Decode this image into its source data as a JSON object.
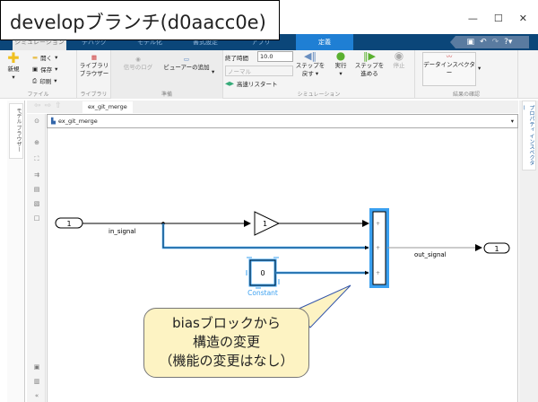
{
  "overlay_title": "developブランチ(d0aacc0e)",
  "window_controls": [
    "minimize",
    "maximize",
    "close"
  ],
  "tabs": [
    "シミュレーション",
    "デバッグ",
    "モデル化",
    "書式設定",
    "アプリ",
    "定義"
  ],
  "active_tab": "定義",
  "ribbon": {
    "file": {
      "label": "ファイル",
      "new": "新規",
      "open": "開く",
      "save": "保存",
      "print": "印刷"
    },
    "library": {
      "label": "ライブラリ",
      "browser": "ライブラリ\nブラウザー"
    },
    "prepare": {
      "label": "準備",
      "log_signals": "信号のログ",
      "add_viewer": "ビューアーの追加"
    },
    "simulation": {
      "label": "シミュレーション",
      "stop_time_label": "終了時間",
      "stop_time": "10.0",
      "mode": "ノーマル",
      "fast_restart": "高速リスタート",
      "step_back": "ステップを戻す",
      "run": "実行",
      "step_forward": "ステップを進める",
      "stop": "停止"
    },
    "review": {
      "label": "結果の確認",
      "data_inspector": "データインスペクター"
    }
  },
  "side": {
    "model_browser": "モデル ブラウザー",
    "property_inspector": "プロパティ インスペクター"
  },
  "editor": {
    "tab": "ex_git_merge",
    "path": "ex_git_merge"
  },
  "diagram": {
    "inport": "1",
    "in_signal": "in_signal",
    "gain": "1",
    "constant": "0",
    "constant_label": "Constant",
    "sum_signs": [
      "+",
      "+",
      "+"
    ],
    "out_signal": "out_signal",
    "outport": "1",
    "highlight_color": "#3aa0f0"
  },
  "callout": {
    "lines": [
      "biasブロックから",
      "構造の変更",
      "（機能の変更はなし）"
    ],
    "fill": "#fdf3c3"
  }
}
